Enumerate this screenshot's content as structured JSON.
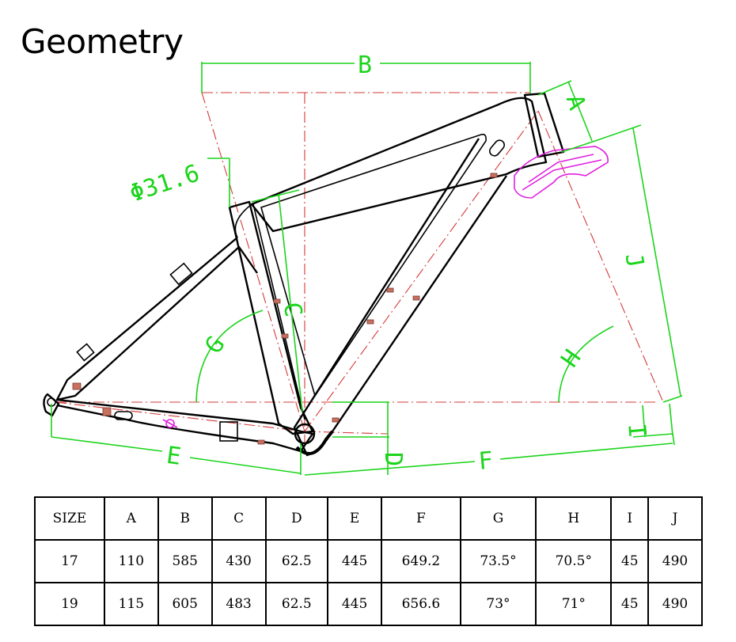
{
  "title": "Geometry",
  "dimension_labels": {
    "A": "A",
    "B": "B",
    "C": "C",
    "D": "D",
    "E": "E",
    "F": "F",
    "G": "G",
    "H": "H",
    "I": "I",
    "J": "J",
    "seatpost": "Φ31.6"
  },
  "colors": {
    "dimension": "#1bd41b",
    "centerline": "#d43a3a",
    "fork": "#e020e0",
    "frame": "#000000"
  },
  "table": {
    "headers": [
      "SIZE",
      "A",
      "B",
      "C",
      "D",
      "E",
      "F",
      "G",
      "H",
      "I",
      "J"
    ],
    "rows": [
      [
        "17",
        "110",
        "585",
        "430",
        "62.5",
        "445",
        "649.2",
        "73.5°",
        "70.5°",
        "45",
        "490"
      ],
      [
        "19",
        "115",
        "605",
        "483",
        "62.5",
        "445",
        "656.6",
        "73°",
        "71°",
        "45",
        "490"
      ]
    ]
  }
}
